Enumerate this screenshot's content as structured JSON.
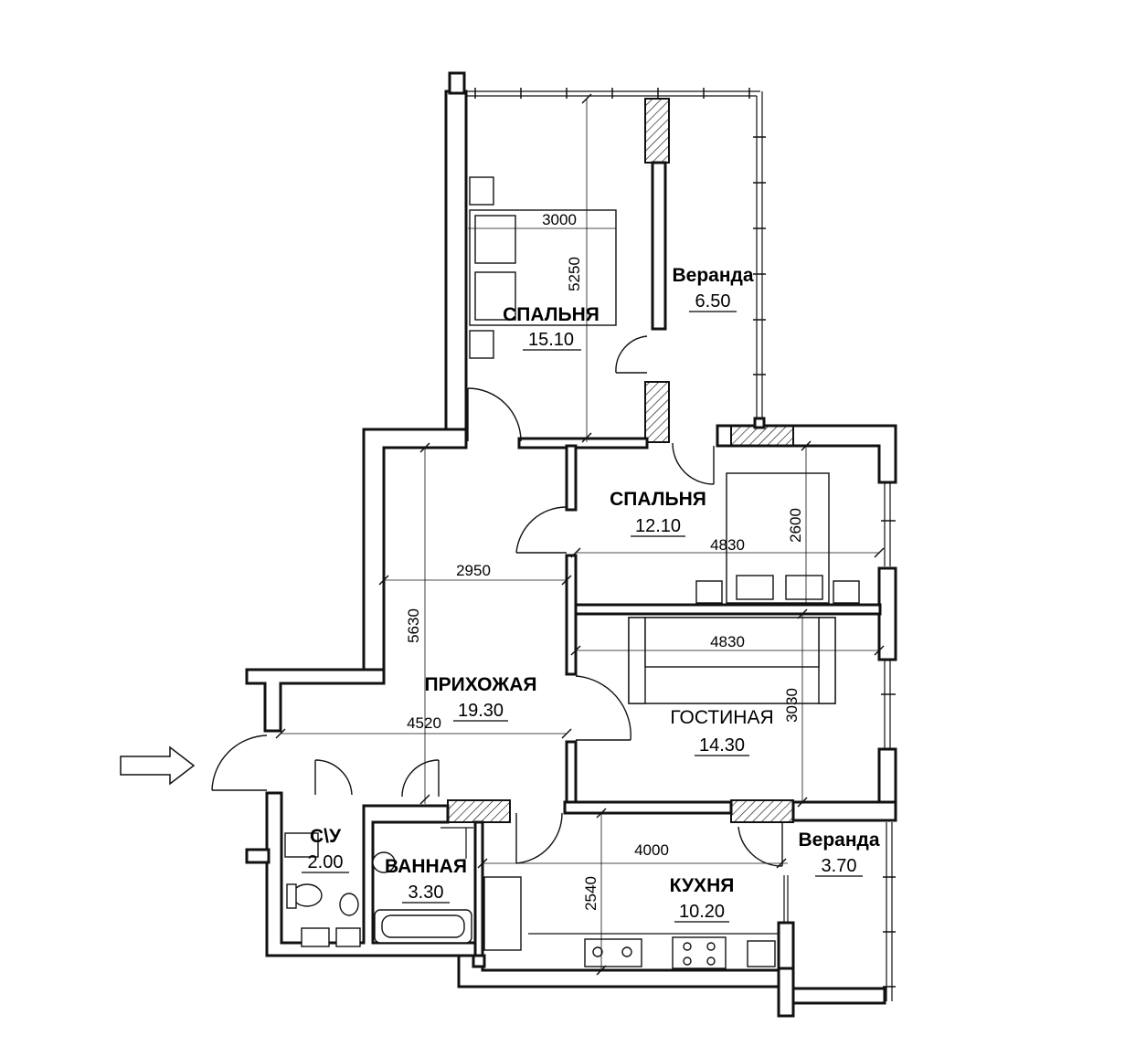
{
  "plan": {
    "rooms": {
      "bedroom_large": {
        "name": "СПАЛЬНЯ",
        "area": "15.10"
      },
      "veranda_top": {
        "name": "Веранда",
        "area": "6.50"
      },
      "bedroom_small": {
        "name": "СПАЛЬНЯ",
        "area": "12.10"
      },
      "hallway": {
        "name": "ПРИХОЖАЯ",
        "area": "19.30"
      },
      "living": {
        "name": "ГОСТИНАЯ",
        "area": "14.30"
      },
      "wc": {
        "name": "С\\У",
        "area": "2.00"
      },
      "bathroom": {
        "name": "ВАННАЯ",
        "area": "3.30"
      },
      "kitchen": {
        "name": "КУХНЯ",
        "area": "10.20"
      },
      "veranda_right": {
        "name": "Веранда",
        "area": "3.70"
      }
    },
    "dimensions": {
      "bedroom_large_w": "3000",
      "bedroom_large_h": "5250",
      "bedroom_small_w": "4830",
      "bedroom_small_h": "2600",
      "hallway_w": "2950",
      "hallway_h": "5630",
      "hallway_bottom_w": "4520",
      "living_w": "4830",
      "living_h": "3030",
      "kitchen_w": "4000",
      "kitchen_h": "2540"
    },
    "entrance_icon": "entrance-arrow-icon"
  }
}
